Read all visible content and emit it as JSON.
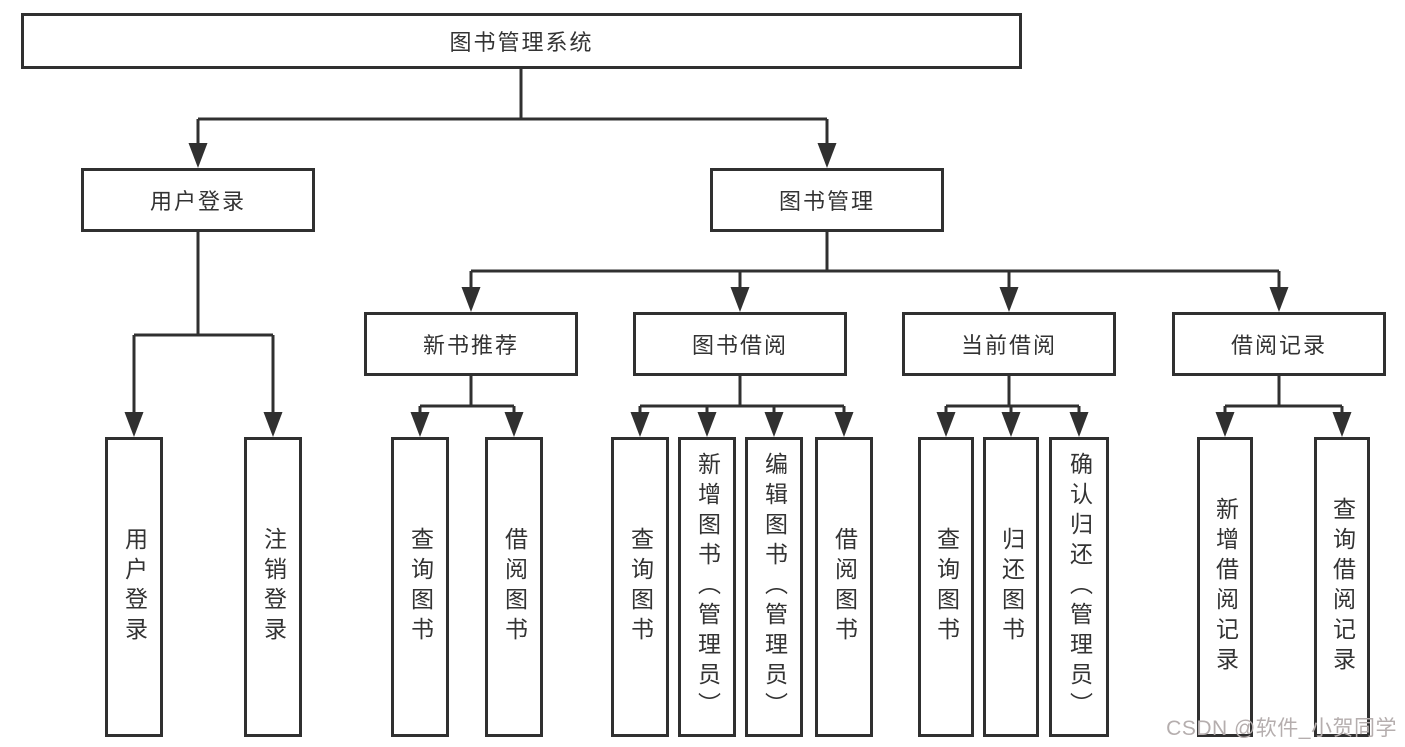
{
  "tree": {
    "label": "图书管理系统",
    "children": [
      {
        "label": "用户登录",
        "children": [
          {
            "label": "用户登录"
          },
          {
            "label": "注销登录"
          }
        ]
      },
      {
        "label": "图书管理",
        "children": [
          {
            "label": "新书推荐",
            "children": [
              {
                "label": "查询图书"
              },
              {
                "label": "借阅图书"
              }
            ]
          },
          {
            "label": "图书借阅",
            "children": [
              {
                "label": "查询图书"
              },
              {
                "label": "新增图书（管理员）"
              },
              {
                "label": "编辑图书（管理员）"
              },
              {
                "label": "借阅图书"
              }
            ]
          },
          {
            "label": "当前借阅",
            "children": [
              {
                "label": "查询图书"
              },
              {
                "label": "归还图书"
              },
              {
                "label": "确认归还（管理员）"
              }
            ]
          },
          {
            "label": "借阅记录",
            "children": [
              {
                "label": "新增借阅记录"
              },
              {
                "label": "查询借阅记录"
              }
            ]
          }
        ]
      }
    ]
  },
  "watermark": {
    "text": "CSDN @软件_小贺同学"
  },
  "colors": {
    "line": "#303030",
    "text": "#333333",
    "watermark": "#b5aeae",
    "background": "#ffffff"
  }
}
